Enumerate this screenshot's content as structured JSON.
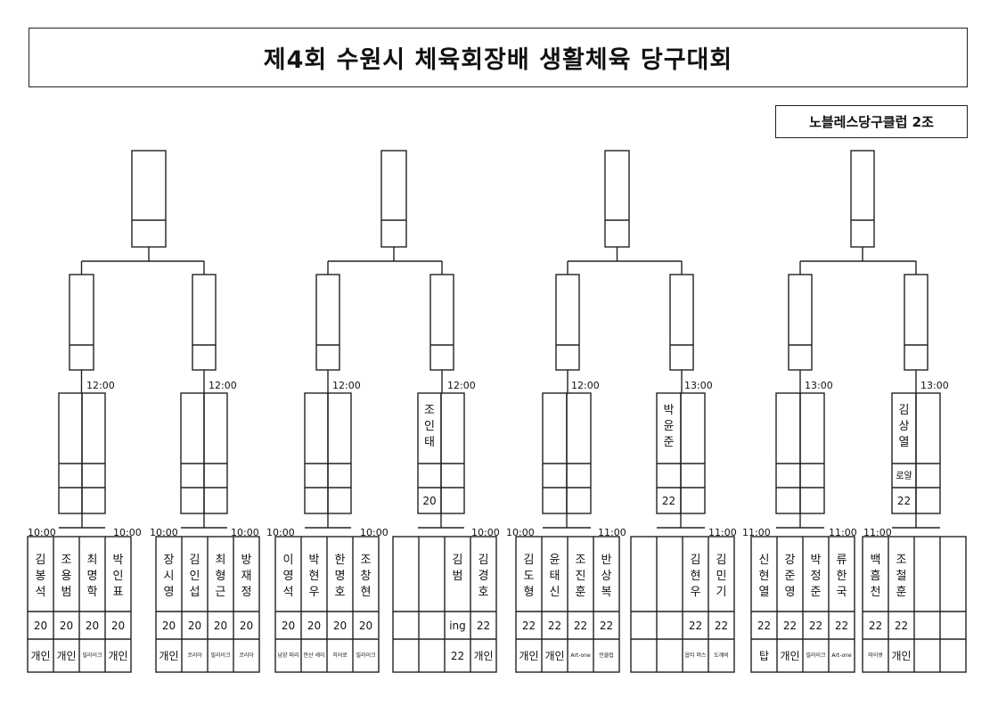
{
  "title": "제4회 수원시 체육회장배 생활체육 당구대회",
  "group": "노블레스당구클럽 2조",
  "brackets": [
    {
      "times": {
        "semi_left": "12:00",
        "semi_right": "12:00",
        "first_1": "10:00",
        "first_2": "10:00",
        "first_3": "10:00",
        "first_4": "10:00"
      },
      "semi_left": {
        "winner": "",
        "score": "",
        "club": ""
      },
      "semi_right": {
        "winner": "",
        "score": "",
        "club": ""
      },
      "players": [
        {
          "name": "김봉석",
          "score": "20",
          "club": "개인"
        },
        {
          "name": "조용범",
          "score": "20",
          "club": "개인"
        },
        {
          "name": "최명학",
          "score": "20",
          "club": "빌라이크"
        },
        {
          "name": "박인표",
          "score": "20",
          "club": "개인"
        },
        {
          "name": "장시영",
          "score": "20",
          "club": "개인"
        },
        {
          "name": "김인섭",
          "score": "20",
          "club": "코리아"
        },
        {
          "name": "최형근",
          "score": "20",
          "club": "빌라이크"
        },
        {
          "name": "방재정",
          "score": "20",
          "club": "코리아"
        }
      ]
    },
    {
      "times": {
        "semi_left": "12:00",
        "semi_right": "12:00",
        "first_1": "10:00",
        "first_2": "10:00",
        "first_3": "",
        "first_4": "10:00"
      },
      "semi_left": {
        "winner": "",
        "score": "",
        "club": ""
      },
      "semi_right": {
        "winner": "조인태",
        "score": "20",
        "club": ""
      },
      "players": [
        {
          "name": "이영석",
          "score": "20",
          "club": "남양 퍼리"
        },
        {
          "name": "박현우",
          "score": "20",
          "club": "안산 세이"
        },
        {
          "name": "한명호",
          "score": "20",
          "club": "히어로"
        },
        {
          "name": "조창현",
          "score": "20",
          "club": "빌라이크"
        },
        {
          "name": "",
          "score": "",
          "club": ""
        },
        {
          "name": "",
          "score": "",
          "club": ""
        },
        {
          "name": "김범",
          "score": "ing",
          "club": "22"
        },
        {
          "name": "김경호",
          "score": "22",
          "club": "개인"
        }
      ]
    },
    {
      "times": {
        "semi_left": "12:00",
        "semi_right": "13:00",
        "first_1": "10:00",
        "first_2": "11:00",
        "first_3": "",
        "first_4": "11:00"
      },
      "semi_left": {
        "winner": "",
        "score": "",
        "club": ""
      },
      "semi_right": {
        "winner": "박윤준",
        "score": "22",
        "club": ""
      },
      "players": [
        {
          "name": "김도형",
          "score": "22",
          "club": "개인"
        },
        {
          "name": "윤태신",
          "score": "22",
          "club": "개인"
        },
        {
          "name": "조진훈",
          "score": "22",
          "club": "Art-one"
        },
        {
          "name": "반상복",
          "score": "22",
          "club": "민클럽"
        },
        {
          "name": "",
          "score": "",
          "club": ""
        },
        {
          "name": "",
          "score": "",
          "club": ""
        },
        {
          "name": "김현우",
          "score": "22",
          "club": "옵티 머스"
        },
        {
          "name": "김민기",
          "score": "22",
          "club": "도깨비"
        }
      ]
    },
    {
      "times": {
        "semi_left": "13:00",
        "semi_right": "13:00",
        "first_1": "11:00",
        "first_2": "11:00",
        "first_3": "11:00",
        "first_4": ""
      },
      "semi_left": {
        "winner": "",
        "score": "",
        "club": ""
      },
      "semi_right": {
        "winner": "김상열",
        "score": "22",
        "club": "로얄"
      },
      "players": [
        {
          "name": "신현열",
          "score": "22",
          "club": "탑"
        },
        {
          "name": "강준영",
          "score": "22",
          "club": "개인"
        },
        {
          "name": "박정준",
          "score": "22",
          "club": "빌라이크"
        },
        {
          "name": "류한국",
          "score": "22",
          "club": "Art-one"
        },
        {
          "name": "백흠천",
          "score": "22",
          "club": "마이큐"
        },
        {
          "name": "조철훈",
          "score": "22",
          "club": "개인"
        },
        {
          "name": "",
          "score": "",
          "club": ""
        },
        {
          "name": "",
          "score": "",
          "club": ""
        }
      ]
    }
  ]
}
